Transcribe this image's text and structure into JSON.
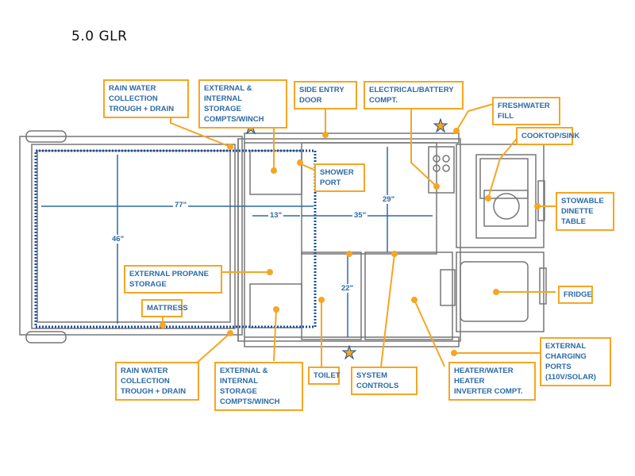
{
  "title": "5.0 GLR",
  "colors": {
    "label_border": "#f5a623",
    "label_text": "#2b6aa6",
    "dimension": "#2b6aa6",
    "outline": "#555555"
  },
  "labels": {
    "rain_top": "RAIN WATER COLLECTION\nTROUGH + DRAIN",
    "storage_top": "EXTERNAL & INTERNAL\nSTORAGE COMPTS/WINCH",
    "side_door": "SIDE ENTRY DOOR",
    "electrical": "ELECTRICAL/BATTERY COMPT.",
    "freshwater": "FRESHWATER FILL",
    "shower": "SHOWER PORT",
    "cooktop": "COOKTOP/SINK",
    "dinette": "STOWABLE\nDINETTE TABLE",
    "propane": "EXTERNAL PROPANE STORAGE",
    "fridge": "FRIDGE",
    "mattress": "MATTRESS",
    "charging": "EXTERNAL CHARGING\nPORTS (110V/SOLAR)",
    "rain_bottom": "RAIN WATER COLLECTION\nTROUGH + DRAIN",
    "storage_bottom": "EXTERNAL & INTERNAL\nSTORAGE COMPTS/WINCH",
    "toilet": "TOILET",
    "system": "SYSTEM CONTROLS",
    "heater": "HEATER/WATER HEATER\nINVERTER COMPT."
  },
  "dimensions": {
    "d77": "77\"",
    "d46": "46\"",
    "d13": "13\"",
    "d35": "35\"",
    "d29": "29\"",
    "d22": "22\""
  }
}
